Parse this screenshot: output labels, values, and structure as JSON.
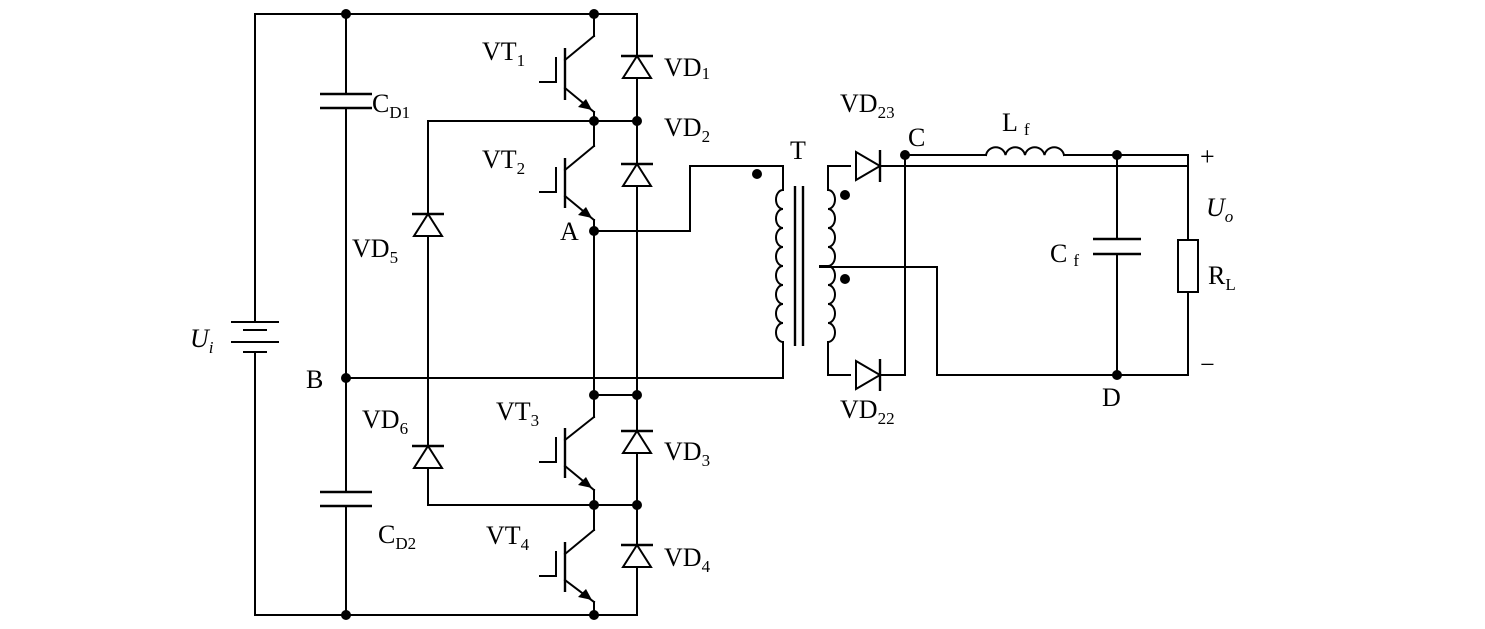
{
  "labels": {
    "ui_main": "U",
    "ui_sub": "i",
    "cd1_main": "C",
    "cd1_sub": "D1",
    "cd2_main": "C",
    "cd2_sub": "D2",
    "vt1_main": "VT",
    "vt1_sub": "1",
    "vt2_main": "VT",
    "vt2_sub": "2",
    "vt3_main": "VT",
    "vt3_sub": "3",
    "vt4_main": "VT",
    "vt4_sub": "4",
    "vd1_main": "VD",
    "vd1_sub": "1",
    "vd2_main": "VD",
    "vd2_sub": "2",
    "vd3_main": "VD",
    "vd3_sub": "3",
    "vd4_main": "VD",
    "vd4_sub": "4",
    "vd5_main": "VD",
    "vd5_sub": "5",
    "vd6_main": "VD",
    "vd6_sub": "6",
    "vd23_main": "VD",
    "vd23_sub": "23",
    "vd22_main": "VD",
    "vd22_sub": "22",
    "transformer": "T",
    "node_a": "A",
    "node_b": "B",
    "node_c": "C",
    "node_d": "D",
    "lf_main": "L",
    "lf_sub": "f",
    "cf_main": "C",
    "cf_sub": "f",
    "rl_main": "R",
    "rl_sub": "L",
    "uo_main": "U",
    "uo_sub": "o",
    "plus": "+",
    "minus": "−"
  }
}
